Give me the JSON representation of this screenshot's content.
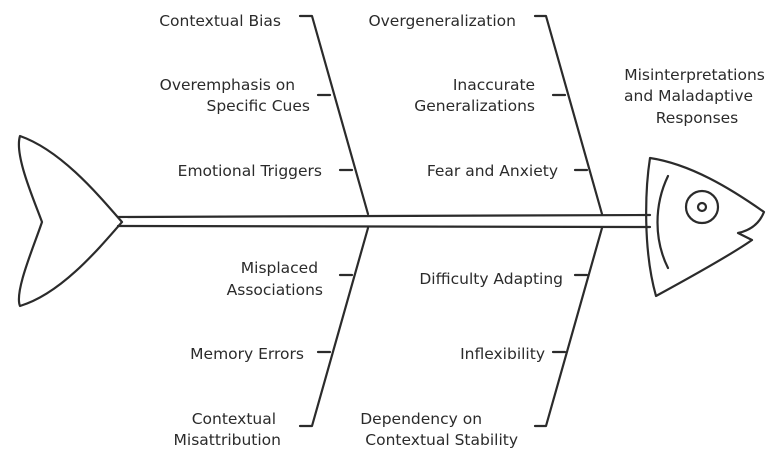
{
  "effect": {
    "lines": [
      "Misinterpretations",
      "and Maladaptive",
      "Responses"
    ]
  },
  "causes": {
    "top_left": [
      {
        "lines": [
          "Contextual Bias"
        ]
      },
      {
        "lines": [
          "Overemphasis on",
          "Specific Cues"
        ]
      },
      {
        "lines": [
          "Emotional Triggers"
        ]
      }
    ],
    "top_right": [
      {
        "lines": [
          "Overgeneralization"
        ]
      },
      {
        "lines": [
          "Inaccurate",
          "Generalizations"
        ]
      },
      {
        "lines": [
          "Fear and Anxiety"
        ]
      }
    ],
    "bottom_left": [
      {
        "lines": [
          "Misplaced",
          "Associations"
        ]
      },
      {
        "lines": [
          "Memory Errors"
        ]
      },
      {
        "lines": [
          "Contextual",
          "Misattribution"
        ]
      }
    ],
    "bottom_right": [
      {
        "lines": [
          "Difficulty Adapting"
        ]
      },
      {
        "lines": [
          "Inflexibility"
        ]
      },
      {
        "lines": [
          "Dependency on",
          "Contextual Stability"
        ]
      }
    ]
  }
}
